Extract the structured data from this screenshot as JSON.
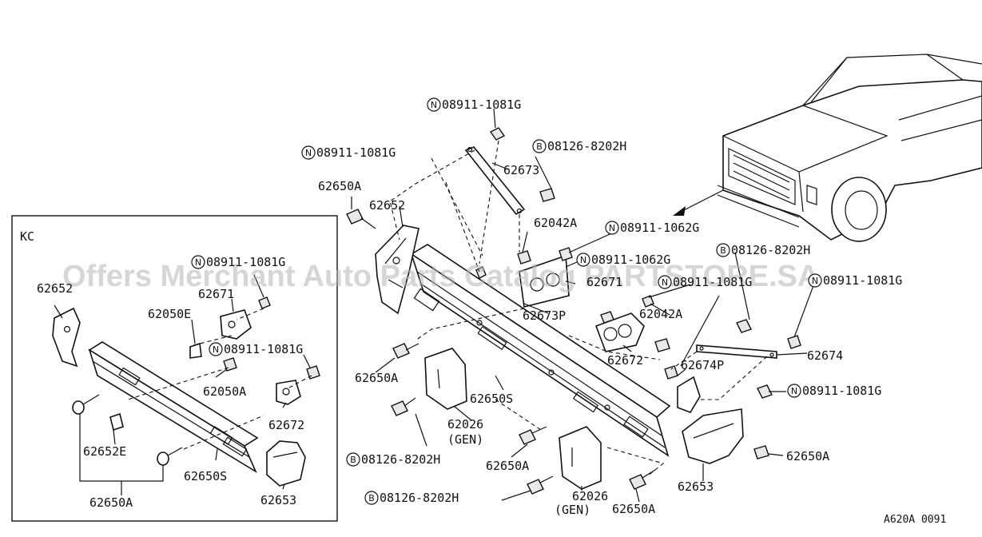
{
  "diagram": {
    "inset_label": "KC",
    "watermark": "Offers Merchant Auto Parts Catalog PARTSTORE.SA",
    "ref_code": "A620A 0091",
    "callouts": {
      "c01": {
        "prefix": "N",
        "text": "08911-1081G"
      },
      "c02": {
        "prefix": "B",
        "text": "08126-8202H"
      },
      "c03": {
        "prefix": "N",
        "text": "08911-1081G"
      },
      "c04": {
        "prefix": "",
        "text": "62673"
      },
      "c05": {
        "prefix": "",
        "text": "62650A"
      },
      "c06": {
        "prefix": "",
        "text": "62652"
      },
      "c07": {
        "prefix": "",
        "text": "62042A"
      },
      "c08": {
        "prefix": "N",
        "text": "08911-1062G"
      },
      "c09": {
        "prefix": "B",
        "text": "08126-8202H"
      },
      "c10": {
        "prefix": "N",
        "text": "08911-1062G"
      },
      "c11": {
        "prefix": "",
        "text": "62671"
      },
      "c12": {
        "prefix": "N",
        "text": "08911-1081G"
      },
      "c13": {
        "prefix": "N",
        "text": "08911-1081G"
      },
      "c14": {
        "prefix": "",
        "text": "62673P"
      },
      "c15": {
        "prefix": "",
        "text": "62042A"
      },
      "c16": {
        "prefix": "",
        "text": "62674"
      },
      "c17": {
        "prefix": "",
        "text": "62672"
      },
      "c18": {
        "prefix": "",
        "text": "62674P"
      },
      "c19": {
        "prefix": "",
        "text": "62650A"
      },
      "c20": {
        "prefix": "",
        "text": "62650S"
      },
      "c21": {
        "prefix": "N",
        "text": "08911-1081G"
      },
      "c22": {
        "prefix": "",
        "text": "62026"
      },
      "c23": {
        "prefix": "",
        "text": "(GEN)"
      },
      "c24": {
        "prefix": "B",
        "text": "08126-8202H"
      },
      "c25": {
        "prefix": "",
        "text": "62650A"
      },
      "c26": {
        "prefix": "",
        "text": "62650A"
      },
      "c27": {
        "prefix": "",
        "text": "62653"
      },
      "c28": {
        "prefix": "B",
        "text": "08126-8202H"
      },
      "c29": {
        "prefix": "",
        "text": "62026"
      },
      "c30": {
        "prefix": "",
        "text": "(GEN)"
      },
      "c31": {
        "prefix": "",
        "text": "62650A"
      },
      "k01": {
        "prefix": "N",
        "text": "08911-1081G"
      },
      "k02": {
        "prefix": "",
        "text": "62652"
      },
      "k03": {
        "prefix": "",
        "text": "62671"
      },
      "k04": {
        "prefix": "",
        "text": "62050E"
      },
      "k05": {
        "prefix": "N",
        "text": "08911-1081G"
      },
      "k06": {
        "prefix": "",
        "text": "62050A"
      },
      "k07": {
        "prefix": "",
        "text": "62672"
      },
      "k08": {
        "prefix": "",
        "text": "62652E"
      },
      "k09": {
        "prefix": "",
        "text": "62650S"
      },
      "k10": {
        "prefix": "",
        "text": "62650A"
      },
      "k11": {
        "prefix": "",
        "text": "62653"
      }
    }
  }
}
